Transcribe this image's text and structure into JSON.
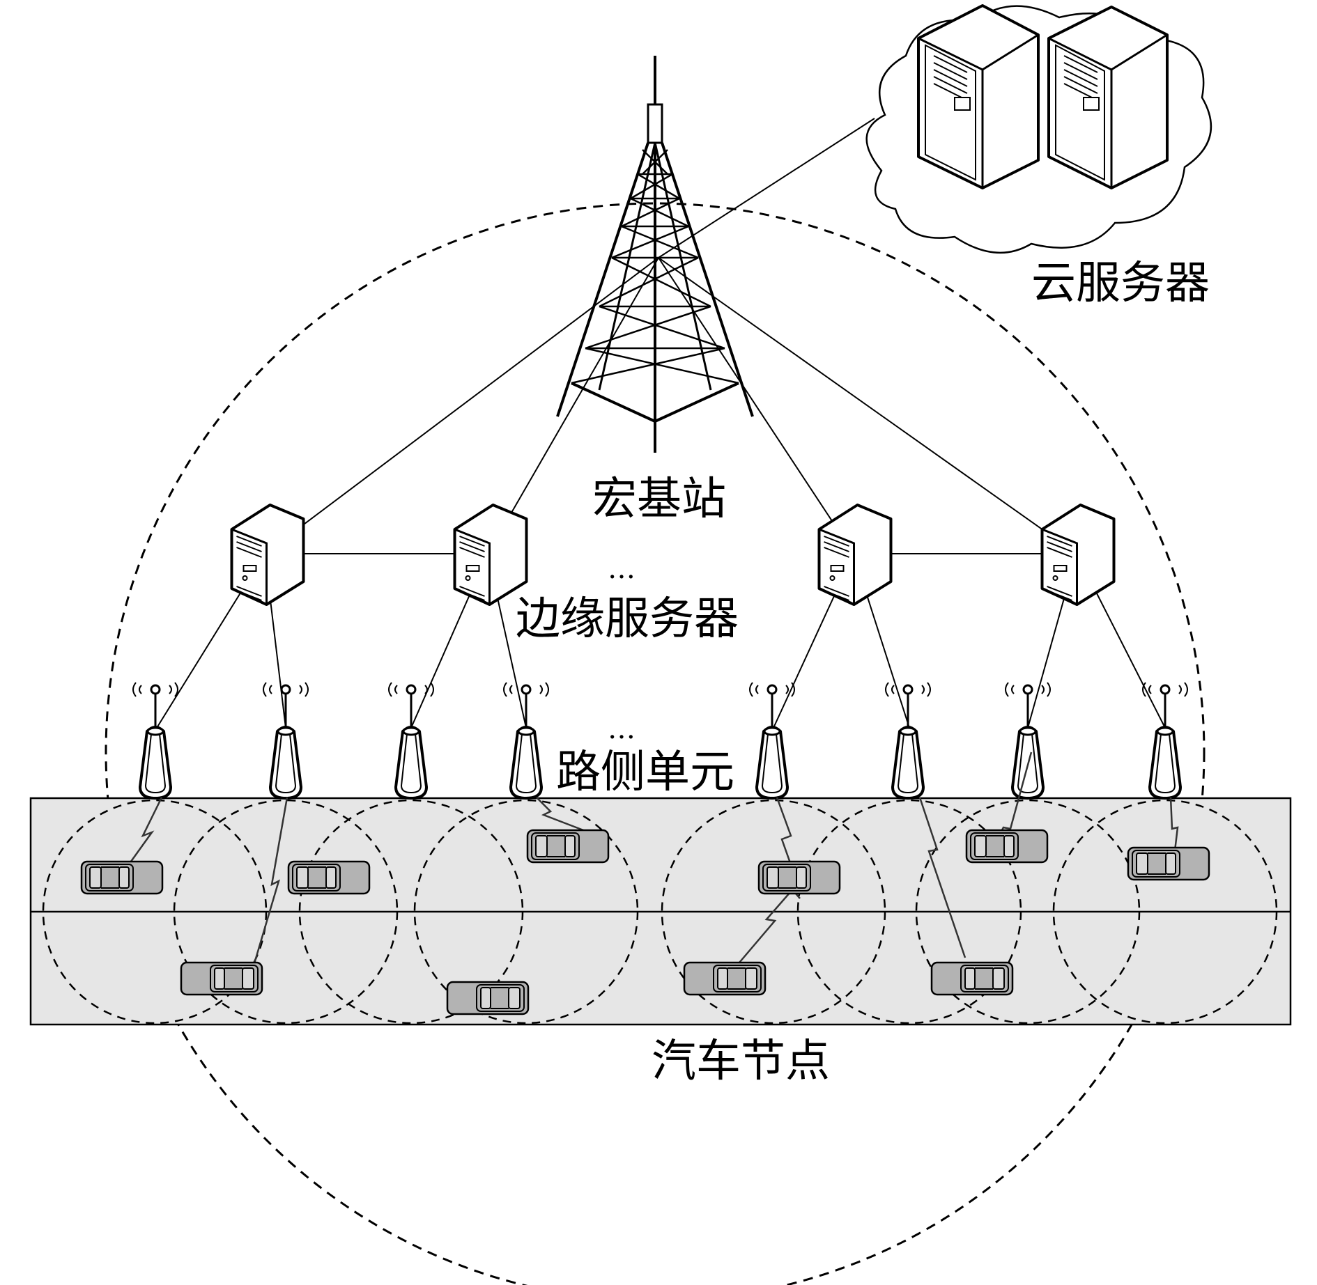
{
  "labels": {
    "cloud_server": "云服务器",
    "macro_base_station": "宏基站",
    "ellipsis_edge": "…",
    "edge_server": "边缘服务器",
    "ellipsis_rsu": "…",
    "roadside_unit": "路侧单元",
    "vehicle_node": "汽车节点"
  },
  "colors": {
    "road": "#e6e6e6",
    "car_body": "#b3b3b3",
    "line": "#000000"
  },
  "icons": [
    "cloud-icon",
    "rack-server-icon",
    "tower-icon",
    "edge-server-icon",
    "rsu-antenna-icon",
    "car-icon"
  ]
}
